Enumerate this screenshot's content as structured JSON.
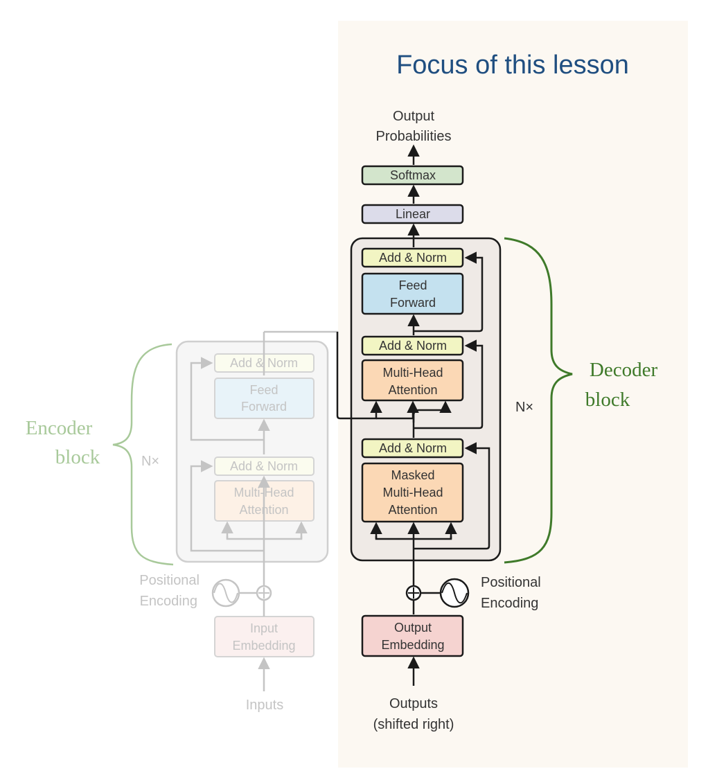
{
  "focus_title": "Focus of this lesson",
  "colors": {
    "focus_panel": "#fcf8f2",
    "focus_title": "#1f4e80",
    "decoder_brace": "#3f7a2a",
    "encoder_brace": "#a8c99a",
    "softmax": "#d3e5cc",
    "linear": "#dcdcea",
    "add_norm": "#f2f5c3",
    "feed_forward": "#c4e1ef",
    "attention": "#fbd8b5",
    "embedding": "#f5d3d0"
  },
  "decoder": {
    "output_probabilities": [
      "Output",
      "Probabilities"
    ],
    "softmax": "Softmax",
    "linear": "Linear",
    "add_norm": "Add & Norm",
    "feed_forward": [
      "Feed",
      "Forward"
    ],
    "multi_head_attention": [
      "Multi-Head",
      "Attention"
    ],
    "masked_attention": [
      "Masked",
      "Multi-Head",
      "Attention"
    ],
    "nx": "N×",
    "positional_encoding": [
      "Positional",
      "Encoding"
    ],
    "output_embedding": [
      "Output",
      "Embedding"
    ],
    "outputs": [
      "Outputs",
      "(shifted right)"
    ],
    "block_label": [
      "Decoder",
      "block"
    ]
  },
  "encoder": {
    "add_norm": "Add & Norm",
    "feed_forward": [
      "Feed",
      "Forward"
    ],
    "multi_head_attention": [
      "Multi-Head",
      "Attention"
    ],
    "nx": "N×",
    "positional_encoding": [
      "Positional",
      "Encoding"
    ],
    "input_embedding": [
      "Input",
      "Embedding"
    ],
    "inputs": "Inputs",
    "block_label": [
      "Encoder",
      "block"
    ]
  }
}
